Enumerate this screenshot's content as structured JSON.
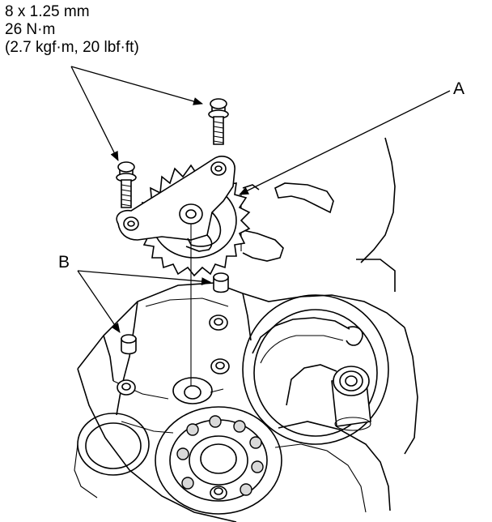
{
  "torque_spec": {
    "bolt_size": "8 x 1.25 mm",
    "torque_nm": "26 N·m",
    "torque_alt": "(2.7 kgf·m, 20 lbf·ft)"
  },
  "callouts": {
    "a": "A",
    "b": "B"
  }
}
